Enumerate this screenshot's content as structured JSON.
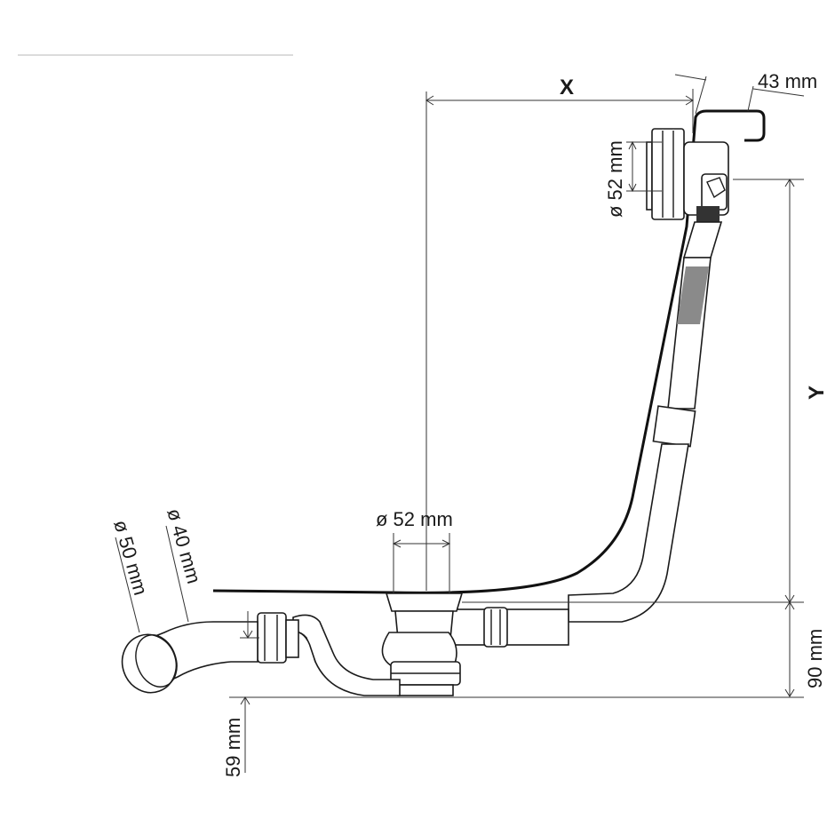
{
  "dimensions": {
    "x_label": "X",
    "y_label": "Y",
    "overflow_offset": "43 mm",
    "overflow_diameter": "ø 52 mm",
    "drain_diameter": "ø 52 mm",
    "outlet_outer_diameter": "ø 50 mm",
    "outlet_inner_diameter": "ø 40 mm",
    "trap_height": "90 mm",
    "floor_clearance": "59 mm"
  },
  "colors": {
    "line": "#1a1a1a",
    "hose_shading": "#8a8a8a",
    "background": "#ffffff"
  }
}
